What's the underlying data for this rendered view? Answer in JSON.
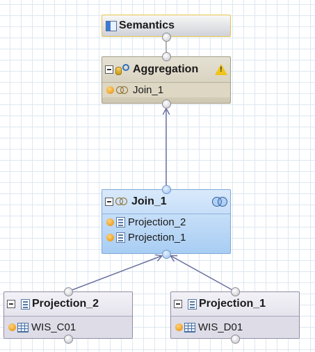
{
  "nodes": {
    "semantics": {
      "title": "Semantics",
      "icon": "semantics-icon"
    },
    "aggregation": {
      "title": "Aggregation",
      "icon": "aggregation-icon",
      "warning": true,
      "rows": [
        {
          "icon": "join-icon",
          "label": "Join_1"
        }
      ]
    },
    "join": {
      "title": "Join_1",
      "icon": "join-icon",
      "join_type_icon": "inner-join-icon",
      "rows": [
        {
          "icon": "projection-icon",
          "label": "Projection_2"
        },
        {
          "icon": "projection-icon",
          "label": "Projection_1"
        }
      ]
    },
    "projection_2": {
      "title": "Projection_2",
      "icon": "projection-icon",
      "rows": [
        {
          "icon": "table-icon",
          "label": "WIS_C01"
        }
      ]
    },
    "projection_1": {
      "title": "Projection_1",
      "icon": "projection-icon",
      "rows": [
        {
          "icon": "table-icon",
          "label": "WIS_D01"
        }
      ]
    }
  },
  "colors": {
    "edge": "#6a6f9e",
    "join_header": "#bcd8f6",
    "aggregation_header": "#d8d3c2",
    "grid": "#dde7f1",
    "warning": "#f0c419"
  }
}
